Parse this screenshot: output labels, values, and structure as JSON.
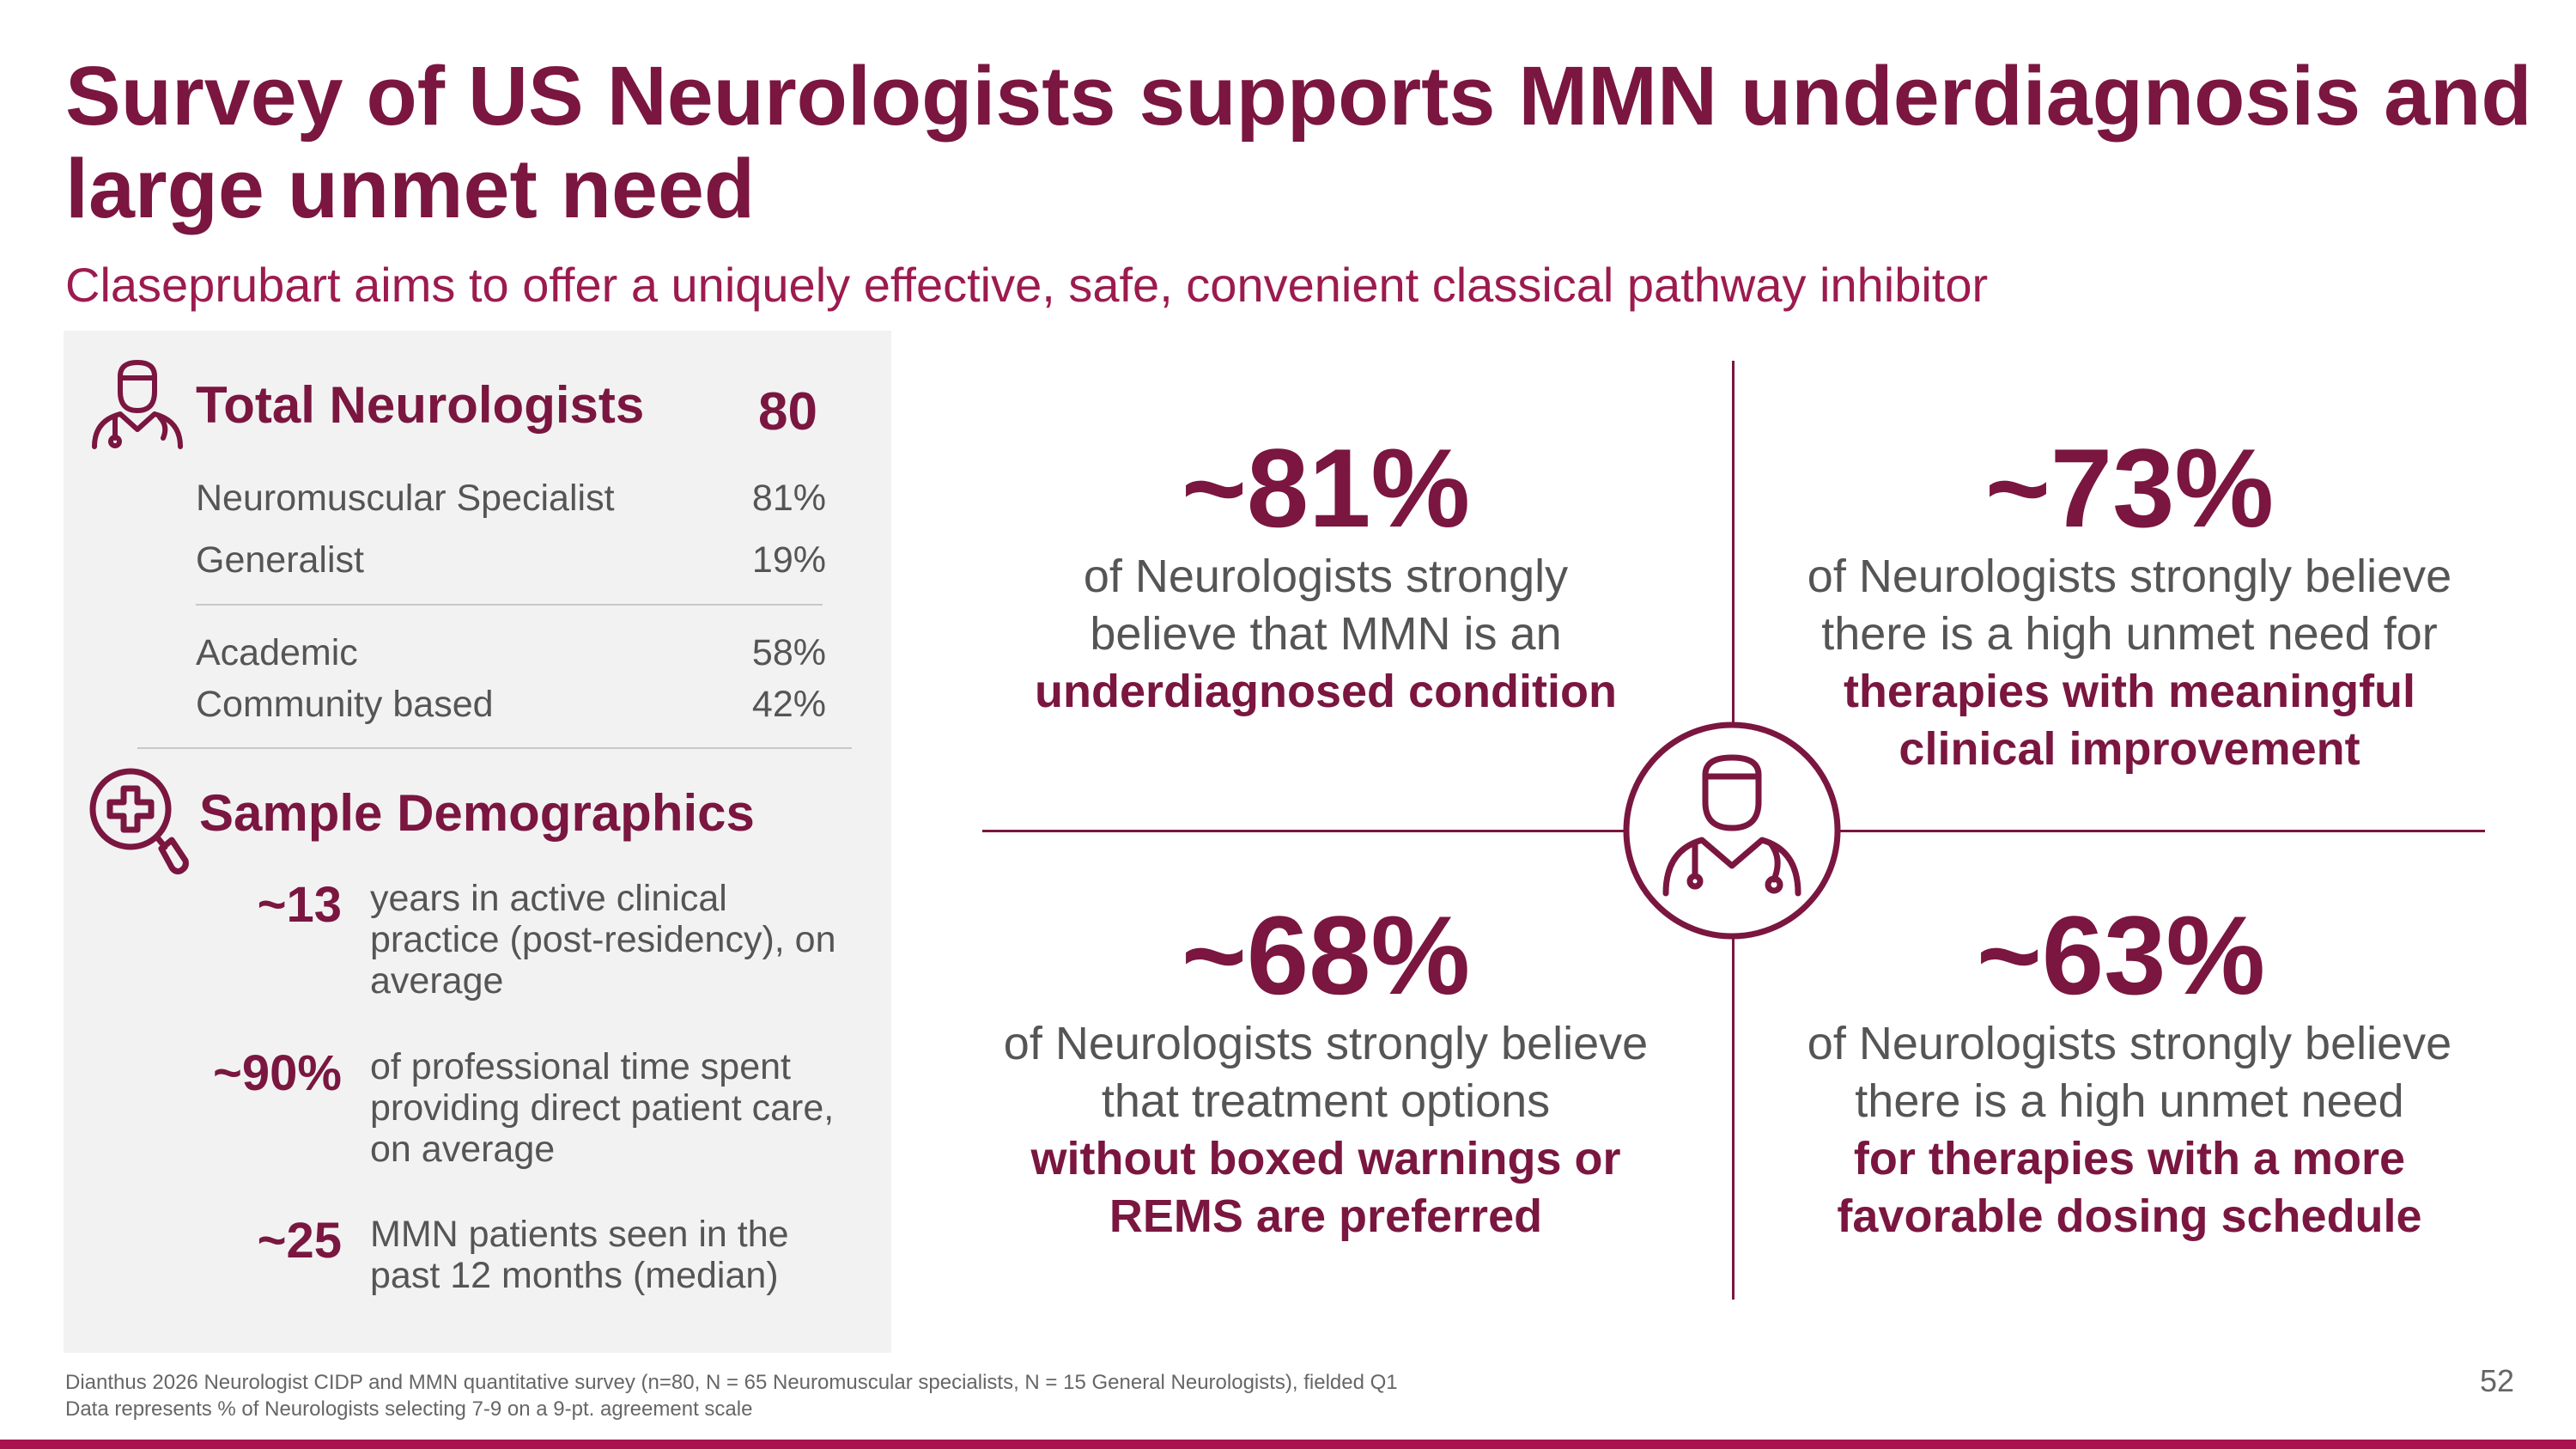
{
  "title": "Survey of US Neurologists supports MMN underdiagnosis and large unmet need",
  "subtitle": "Claseprubart aims to offer a uniquely effective, safe, convenient classical pathway inhibitor",
  "panel": {
    "total": {
      "label": "Total Neurologists",
      "value": "80"
    },
    "rows_specialty": [
      {
        "label": "Neuromuscular Specialist",
        "value": "81%"
      },
      {
        "label": "Generalist",
        "value": "19%"
      }
    ],
    "rows_setting": [
      {
        "label": "Academic",
        "value": "58%"
      },
      {
        "label": "Community based",
        "value": "42%"
      }
    ],
    "demographics_title": "Sample Demographics",
    "demographics": [
      {
        "num": "~13",
        "text": "years in active clinical practice (post-residency), on average"
      },
      {
        "num": "~90%",
        "text": "of professional time spent providing direct patient care, on average"
      },
      {
        "num": "~25",
        "text": "MMN patients seen in the past 12 months (median)"
      }
    ]
  },
  "stats": [
    {
      "pct": "~81%",
      "text": "of Neurologists strongly believe that MMN is an",
      "emphasis": "underdiagnosed condition"
    },
    {
      "pct": "~73%",
      "text": "of Neurologists strongly believe there is a high unmet need for",
      "emphasis": "therapies with meaningful clinical improvement"
    },
    {
      "pct": "~68%",
      "text": "of Neurologists strongly believe that treatment options",
      "emphasis": "without boxed warnings or REMS are preferred"
    },
    {
      "pct": "~63%",
      "text": "of Neurologists strongly believe there is a high unmet need",
      "emphasis": "for therapies with a more favorable dosing schedule"
    }
  ],
  "icons": {
    "doctor": "doctor-icon",
    "search_medical": "medical-search-icon",
    "center": "doctor-circle-icon"
  },
  "colors": {
    "brand": "#7a1640",
    "accent": "#a8134e",
    "panel": "#f2f2f2"
  },
  "footnote": {
    "line1": "Dianthus 2026 Neurologist CIDP and MMN quantitative survey (n=80, N = 65 Neuromuscular specialists, N = 15 General Neurologists), fielded Q1",
    "line2": "Data represents % of Neurologists selecting 7-9 on a 9-pt. agreement scale"
  },
  "page_number": "52"
}
